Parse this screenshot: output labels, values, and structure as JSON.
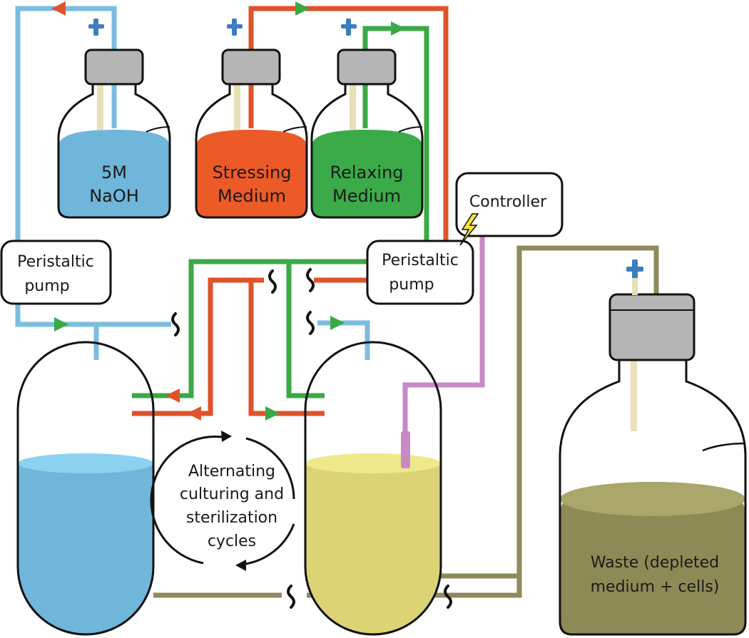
{
  "bottles": {
    "naoh": {
      "line1": "5M",
      "line2": "NaOH"
    },
    "stressing": {
      "line1": "Stressing",
      "line2": "Medium"
    },
    "relaxing": {
      "line1": "Relaxing",
      "line2": "Medium"
    }
  },
  "pump_left": {
    "line1": "Peristaltic",
    "line2": "pump"
  },
  "pump_right": {
    "line1": "Peristaltic",
    "line2": "pump"
  },
  "controller": {
    "label": "Controller"
  },
  "cycle": {
    "line1": "Alternating",
    "line2": "culturing and",
    "line3": "sterilization",
    "line4": "cycles"
  },
  "waste": {
    "line1": "Waste (depleted",
    "line2": "medium + cells)"
  },
  "colors": {
    "naoh_line": "#7bbde0",
    "naoh_liquid": "#6fb6da",
    "stress_line": "#e0522a",
    "stress_liquid": "#ec5a28",
    "relax_line": "#3aa946",
    "relax_liquid": "#3aab48",
    "waste_line": "#8e8a5c",
    "waste_liquid": "#8e8a55",
    "controller_line": "#c78ac7",
    "culture_liquid": "#dcd474",
    "cap": "#b5b5b5",
    "filter": "#3f7dc0"
  }
}
